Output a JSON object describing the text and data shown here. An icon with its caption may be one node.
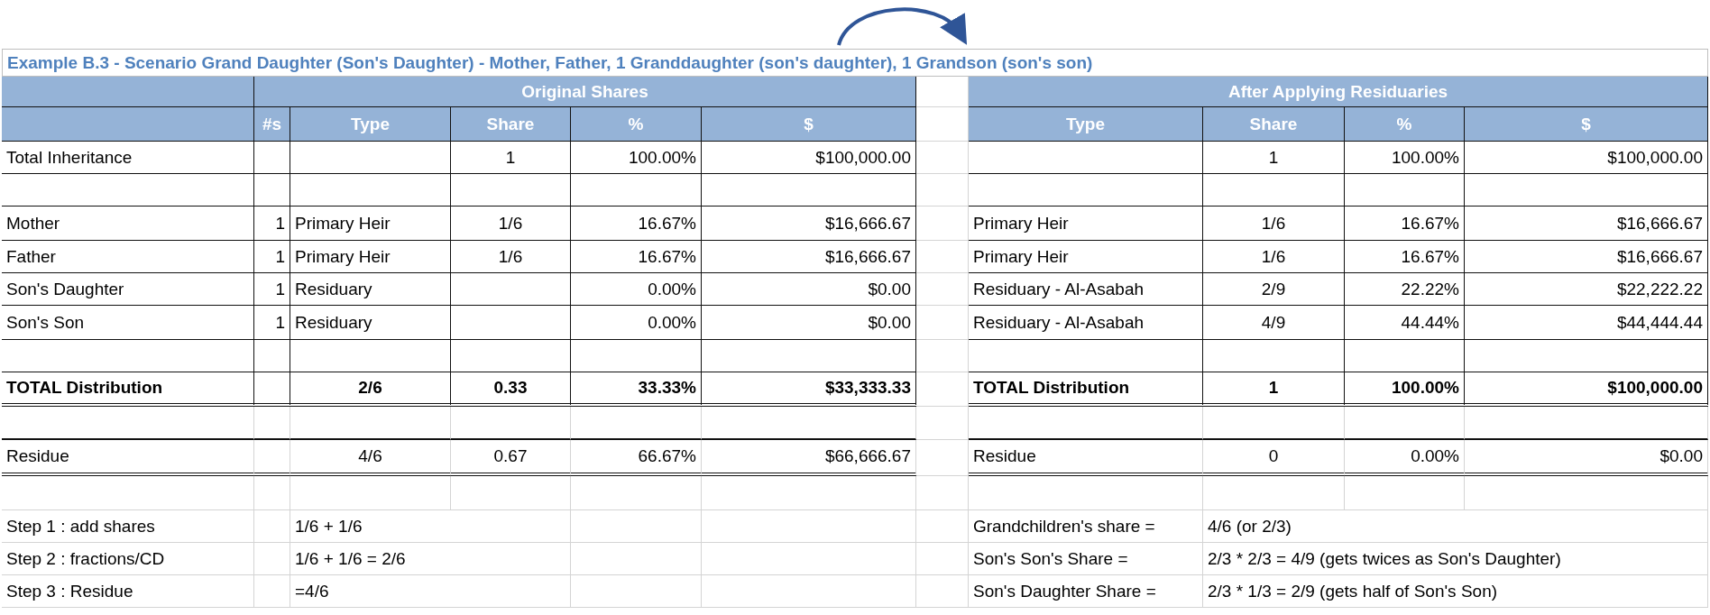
{
  "diagram": {
    "title": "Example B.3 - Scenario Grand Daughter (Son's Daughter) - Mother, Father, 1 Granddaughter (son's daughter), 1 Grandson (son's son)",
    "labels": [
      "Original Shares",
      "After Applying Residuaries",
      "#s",
      "Type",
      "Share",
      "%",
      "$",
      "Type",
      "Share",
      "%",
      "$",
      "Total Inheritance",
      "1",
      "100.00%",
      "$100,000.00",
      "1",
      "100.00%",
      "$100,000.00",
      "Mother",
      "1",
      "Primary Heir",
      "1/6",
      "16.67%",
      "$16,666.67",
      "Primary Heir",
      "1/6",
      "16.67%",
      "$16,666.67",
      "Father",
      "1",
      "Primary Heir",
      "1/6",
      "16.67%",
      "$16,666.67",
      "Primary Heir",
      "1/6",
      "16.67%",
      "$16,666.67",
      "Son's Daughter",
      "1",
      "Residuary",
      "0.00%",
      "$0.00",
      "Residuary - Al-Asabah",
      "2/9",
      "22.22%",
      "$22,222.22",
      "Son's Son",
      "1",
      "Residuary",
      "0.00%",
      "$0.00",
      "Residuary - Al-Asabah",
      "4/9",
      "44.44%",
      "$44,444.44",
      "TOTAL Distribution",
      "2/6",
      "0.33",
      "33.33%",
      "$33,333.33",
      "TOTAL Distribution",
      "1",
      "100.00%",
      "$100,000.00",
      "Residue",
      "4/6",
      "0.67",
      "66.67%",
      "$66,666.67",
      "Residue",
      "0",
      "0.00%",
      "$0.00",
      "Step 1 : add shares",
      "1/6 + 1/6",
      "Grandchildren's share =",
      "4/6 (or 2/3)",
      "Step 2 : fractions/CD",
      "1/6 + 1/6 = 2/6",
      "Son's Son's Share =",
      "2/3 * 2/3 = 4/9 (gets twices as Son's Daughter)",
      "Step 3 : Residue",
      "=4/6",
      "Son's Daughter Share =",
      "2/3 * 1/3 = 2/9 (gets half of Son's Son)"
    ]
  }
}
